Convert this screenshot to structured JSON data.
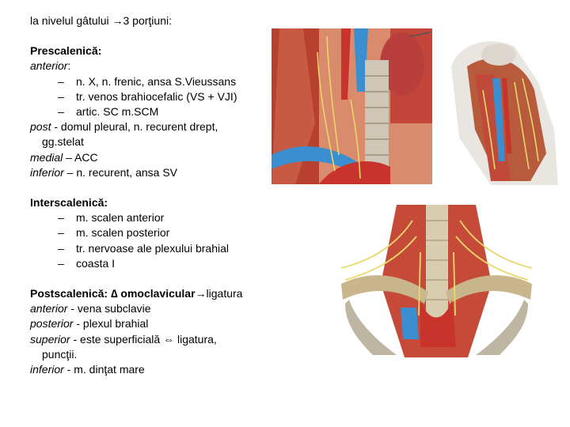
{
  "header": "la nivelul gâtului →3 porţiuni:",
  "prescalenica": {
    "title": "Prescalenică:",
    "anterior_label": "anterior",
    "anterior_items": [
      "n. X, n. frenic, ansa S.Vieussans",
      "tr. venos brahiocefalic (VS + VJI)",
      "artic. SC m.SCM"
    ],
    "post_label": "post",
    "post_text": " - domul pleural, n. recurent drept,",
    "post_cont": "gg.stelat",
    "medial_label": "medial",
    "medial_text": " – ACC",
    "inferior_label": "inferior",
    "inferior_text": " – n. recurent, ansa SV"
  },
  "interscalenica": {
    "title": "Interscalenică:",
    "items": [
      "m. scalen anterior",
      "m. scalen posterior",
      "tr. nervoase ale plexului brahial",
      "coasta I"
    ]
  },
  "postscalenica": {
    "title": "Postscalenică: ∆ omoclavicular",
    "arrow": "→",
    "title_tail": "ligatura",
    "anterior_label": "anterior",
    "anterior_text": " -  vena subclavie",
    "posterior_label": "posterior",
    "posterior_text": " - plexul brahial",
    "superior_label": "superior",
    "superior_text": " -  este superficială ⇔ ligatura,",
    "superior_cont": "puncţii.",
    "inferior_label": "inferior",
    "inferior_text": " -  m. dinţat mare"
  },
  "dash": "–",
  "colors": {
    "artery": "#c8332b",
    "vein": "#3b8fd0",
    "muscle": "#b5483a",
    "nerve": "#e8d86a",
    "bone": "#d9cdb0"
  }
}
